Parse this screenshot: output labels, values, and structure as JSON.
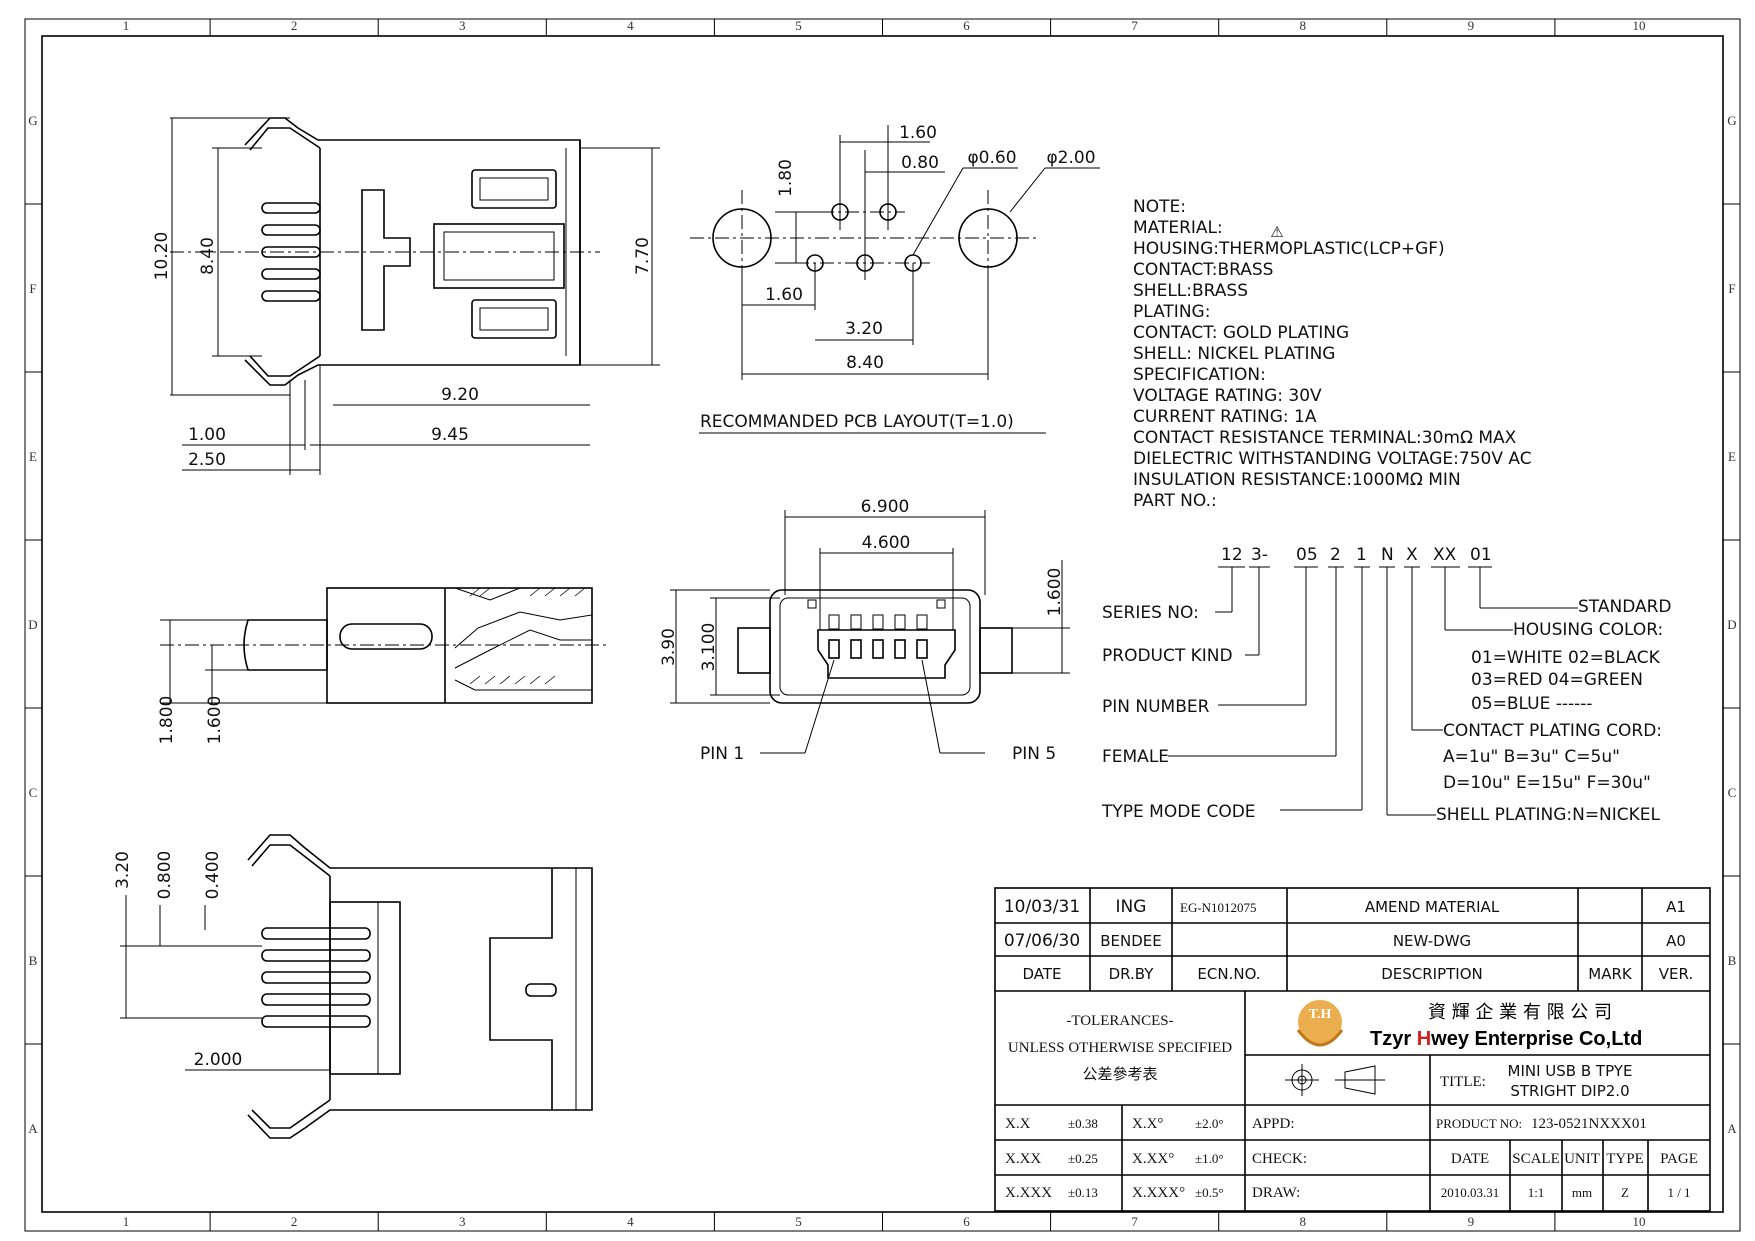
{
  "zones": {
    "columns": [
      "1",
      "2",
      "3",
      "4",
      "5",
      "6",
      "7",
      "8",
      "9",
      "10"
    ],
    "rows": [
      "G",
      "F",
      "E",
      "D",
      "C",
      "B",
      "A"
    ]
  },
  "top_view_dims": {
    "d10_20": "10.20",
    "d8_40": "8.40",
    "d7_70": "7.70",
    "d9_20": "9.20",
    "d9_45": "9.45",
    "d1_00": "1.00",
    "d2_50": "2.50"
  },
  "pcb_layout": {
    "d1_60_top": "1.60",
    "d0_80": "0.80",
    "d1_80": "1.80",
    "dia060": "φ0.60",
    "dia200": "φ2.00",
    "d1_60_left": "1.60",
    "d3_20": "3.20",
    "d8_40": "8.40",
    "caption": "RECOMMANDED PCB LAYOUT(T=1.0)"
  },
  "side_view_dims": {
    "d1_800": "1.800",
    "d1_600": "1.600"
  },
  "front_view": {
    "d6_900": "6.900",
    "d4_600": "4.600",
    "d3_90": "3.90",
    "d3_100": "3.100",
    "d1_600": "1.600",
    "pin1": "PIN 1",
    "pin5": "PIN 5"
  },
  "bottom_view_dims": {
    "d3_20": "3.20",
    "d0_800": "0.800",
    "d0_400": "0.400",
    "d2_000": "2.000"
  },
  "notes": [
    "NOTE:",
    "MATERIAL:",
    "HOUSING:THERMOPLASTIC(LCP+GF)",
    "CONTACT:BRASS",
    "SHELL:BRASS",
    "PLATING:",
    "CONTACT: GOLD PLATING",
    "SHELL: NICKEL PLATING",
    "SPECIFICATION:",
    "VOLTAGE RATING: 30V",
    "CURRENT RATING: 1A",
    "CONTACT RESISTANCE TERMINAL:30mΩ  MAX",
    "DIELECTRIC WITHSTANDING VOLTAGE:750V AC",
    "INSULATION RESISTANCE:1000MΩ  MIN",
    "PART NO.:"
  ],
  "warning_mark": "⚠",
  "part_code": {
    "segments": [
      "12",
      "3-",
      "05",
      "2",
      "1",
      "N",
      "X",
      "XX",
      "01"
    ],
    "left_labels": [
      "SERIES NO:",
      "PRODUCT KIND",
      "PIN NUMBER",
      "FEMALE",
      "TYPE MODE CODE"
    ],
    "right_labels": [
      "STANDARD",
      "HOUSING COLOR:",
      "01=WHITE  02=BLACK",
      "03=RED    04=GREEN",
      "05=BLUE  ------",
      "CONTACT PLATING CORD:",
      "A=1u\"   B=3u\"   C=5u\"",
      "D=10u\" E=15u\" F=30u\"",
      "SHELL PLATING:N=NICKEL"
    ]
  },
  "title_block": {
    "revisions": [
      {
        "date": "10/03/31",
        "by": "ING",
        "ecn": "EG-N1012075",
        "desc": "AMEND MATERIAL",
        "mark": "",
        "ver": "A1"
      },
      {
        "date": "07/06/30",
        "by": "BENDEE",
        "ecn": "",
        "desc": "NEW-DWG",
        "mark": "",
        "ver": "A0"
      }
    ],
    "rev_headers": {
      "date": "DATE",
      "by": "DR.BY",
      "ecn": "ECN.NO.",
      "desc": "DESCRIPTION",
      "mark": "MARK",
      "ver": "VER."
    },
    "tolerances_title": "-TOLERANCES-",
    "tolerances_sub": "UNLESS OTHERWISE SPECIFIED",
    "tolerances_cn": "公差參考表",
    "logo_text": "T.H",
    "company_cn": "資 輝 企 業 有 限 公 司",
    "company_en_a": "Tzyr ",
    "company_en_h": "H",
    "company_en_b": "wey Enterprise Co,Ltd",
    "title_label": "TITLE:",
    "title_line1": "MINI USB B TPYE",
    "title_line2": "STRIGHT DIP2.0",
    "tolerance_rows": [
      {
        "a": "X.X",
        "b": "±0.38",
        "c": "X.X°",
        "d": "±2.0°"
      },
      {
        "a": "X.XX",
        "b": "±0.25",
        "c": "X.XX°",
        "d": "±1.0°"
      },
      {
        "a": "X.XXX",
        "b": "±0.13",
        "c": "X.XXX°",
        "d": "±0.5°"
      }
    ],
    "appd": "APPD:",
    "check": "CHECK:",
    "draw": "DRAW:",
    "product_no_label": "PRODUCT NO:",
    "product_no": "123-0521NXXX01",
    "info_headers": {
      "date": "DATE",
      "scale": "SCALE",
      "unit": "UNIT",
      "type": "TYPE",
      "page": "PAGE"
    },
    "info_values": {
      "date": "2010.03.31",
      "scale": "1:1",
      "unit": "mm",
      "type": "Z",
      "page": "1 / 1"
    }
  }
}
